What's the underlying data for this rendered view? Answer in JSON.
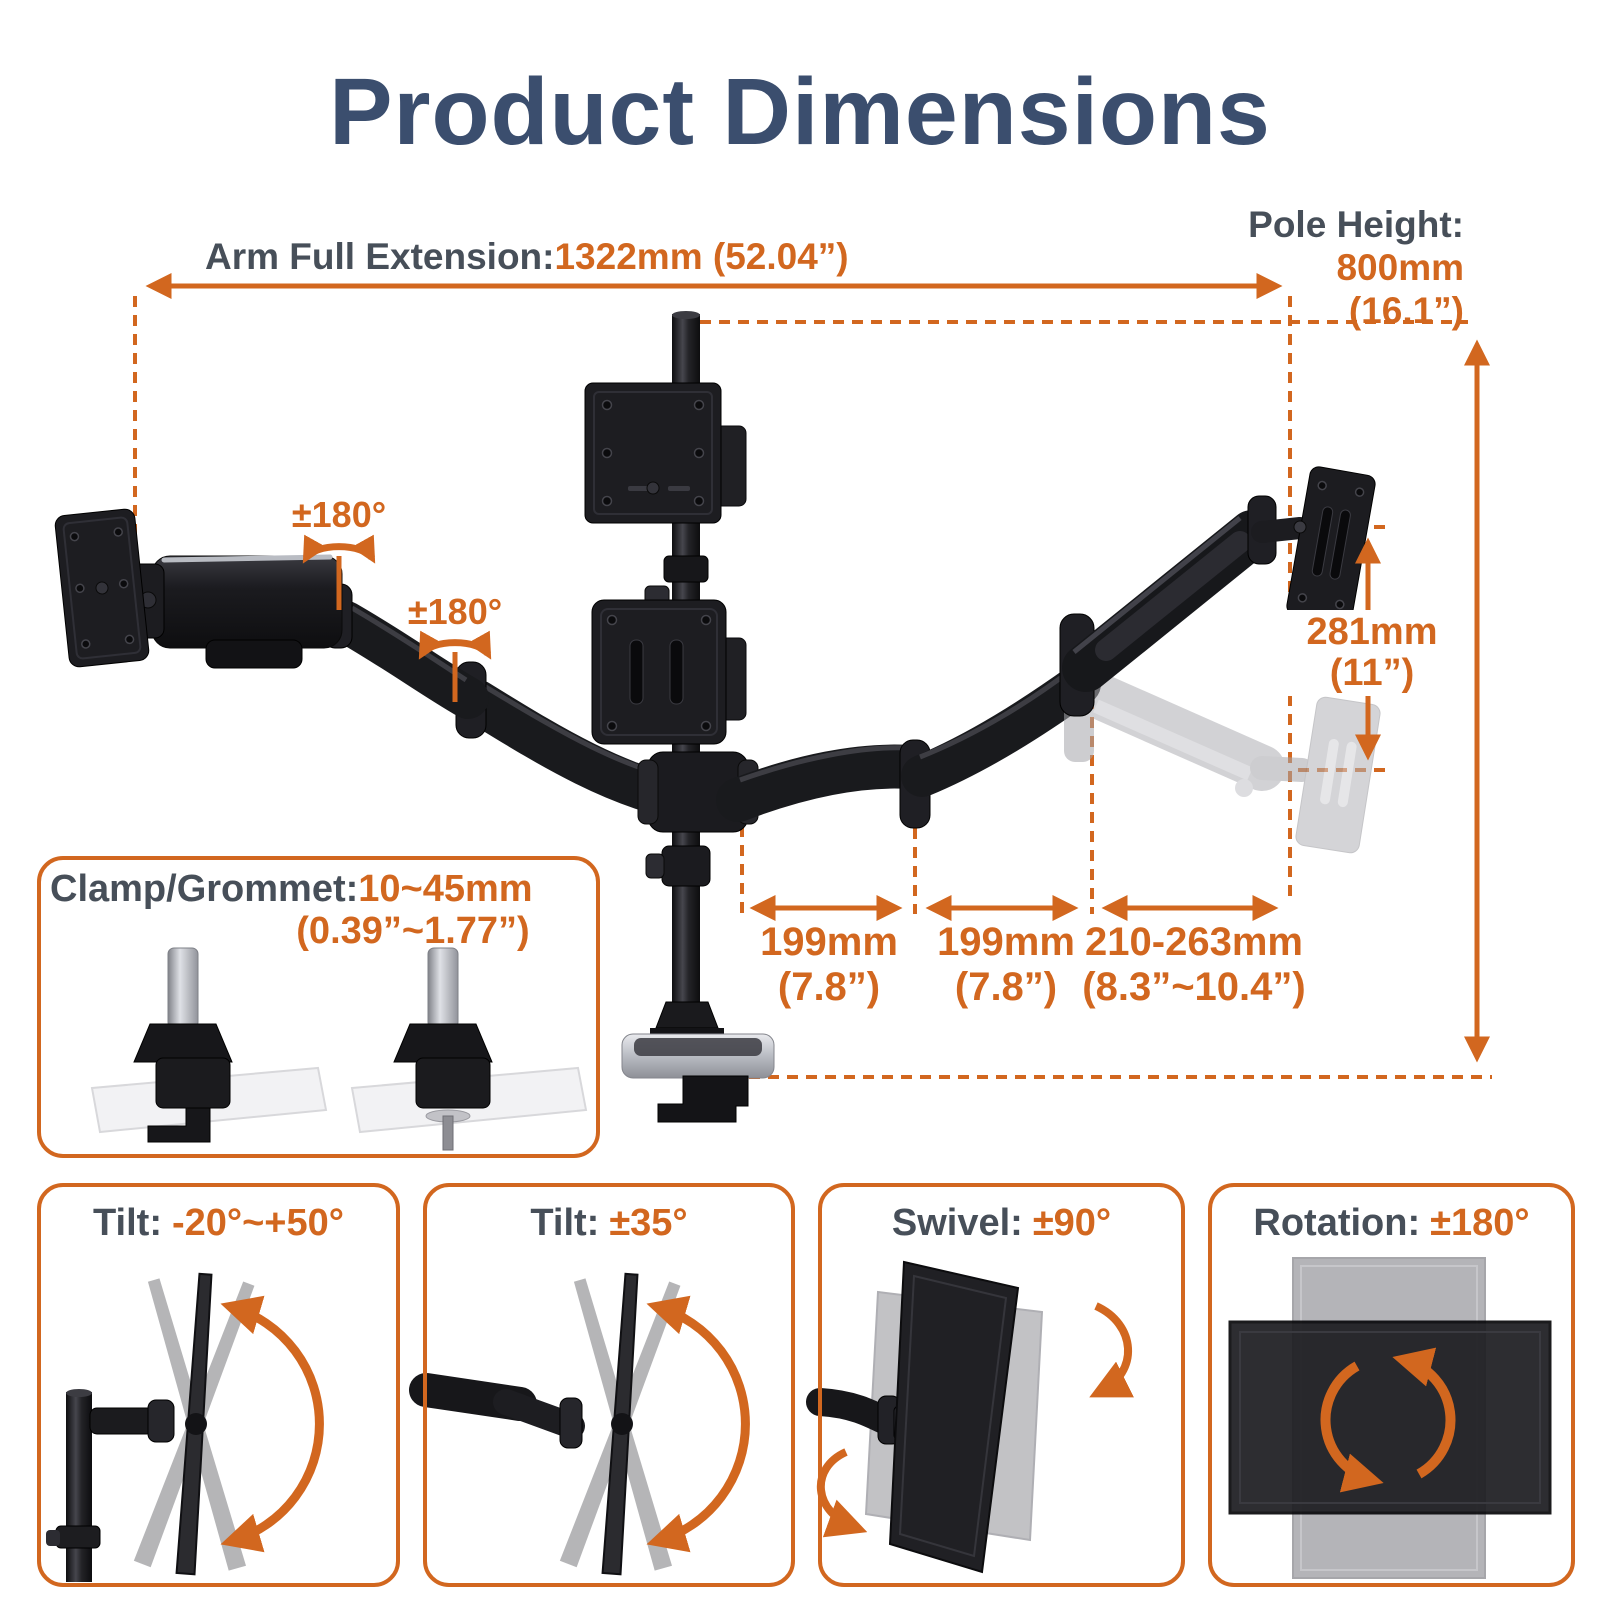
{
  "title": "Product Dimensions",
  "annotations": {
    "arm_extension": {
      "label": "Arm Full Extension:",
      "value": "1322mm (52.04”)"
    },
    "pole_height": {
      "label": "Pole Height:",
      "mm": "800mm",
      "inch": "(16.1”)"
    },
    "arm_rotation_labels": [
      "±180°",
      "±180°"
    ],
    "lift_range": {
      "mm": "281mm",
      "inch": "(11”)"
    },
    "arm_segments": [
      {
        "mm": "199mm",
        "inch": "(7.8”)"
      },
      {
        "mm": "199mm",
        "inch": "(7.8”)"
      },
      {
        "mm": "210-263mm",
        "inch": "(8.3”~10.4”)"
      }
    ],
    "clamp": {
      "label": "Clamp/Grommet:",
      "mm": "10~45mm",
      "inch": "(0.39”~1.77”)"
    }
  },
  "features": [
    {
      "label": "Tilt:",
      "value": "-20°~+50°"
    },
    {
      "label": "Tilt:",
      "value": "±35°"
    },
    {
      "label": "Swivel:",
      "value": "±90°"
    },
    {
      "label": "Rotation:",
      "value": "±180°"
    }
  ],
  "colors": {
    "accent": "#D2671F",
    "heading": "#3B4E6E",
    "label": "#474F59"
  }
}
